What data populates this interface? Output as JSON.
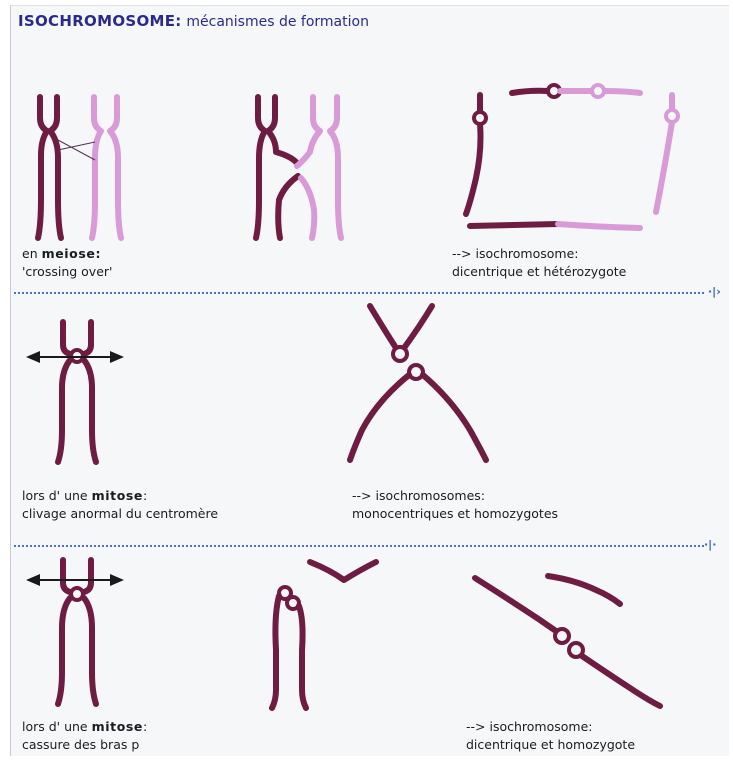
{
  "title": {
    "bold": "ISOCHROMOSOME:",
    "rest": "mécanismes de formation"
  },
  "sections": [
    {
      "left_caption": {
        "line1_prefix": "en ",
        "line1_highlight": "meiose:",
        "line1_suffix": "",
        "line2": "'crossing over'"
      },
      "right_caption": {
        "line1": "--> isochromosome:",
        "line2": "dicentrique et hétérozygote"
      }
    },
    {
      "left_caption": {
        "line1_prefix": "lors d' une ",
        "line1_highlight": "mitose",
        "line1_suffix": ":",
        "line2": "clivage anormal du centromère"
      },
      "right_caption": {
        "line1": "--> isochromosomes:",
        "line2": "monocentriques et homozygotes"
      }
    },
    {
      "left_caption": {
        "line1_prefix": "lors d' une ",
        "line1_highlight": "mitose",
        "line1_suffix": ":",
        "line2": "cassure des bras p"
      },
      "right_caption": {
        "line1": "--> isochromosome:",
        "line2": "dicentrique et homozygote"
      }
    }
  ],
  "colors": {
    "parental_chromosome": "#6e1c41",
    "homolog_chromosome": "#d99ad8",
    "title_text": "#2a2a8c",
    "separator": "#4a6fd8"
  },
  "icons": [
    "cleavage-arrow-icon",
    "separator-tick-icon"
  ]
}
